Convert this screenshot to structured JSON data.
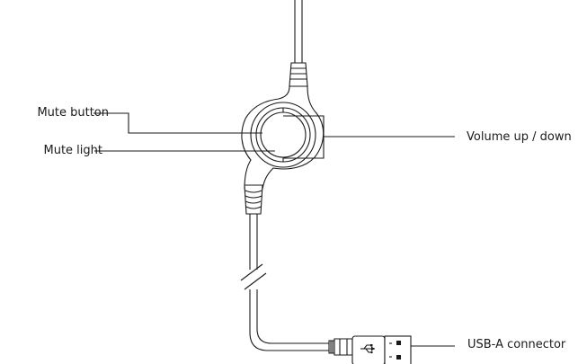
{
  "labels": {
    "mute_button": "Mute button",
    "mute_light": "Mute light",
    "volume": "Volume up / down",
    "usb_connector": "USB-A connector"
  },
  "icons": {
    "usb_symbol": "usb-icon"
  },
  "colors": {
    "line": "#1a1a1a",
    "background": "#ffffff"
  }
}
